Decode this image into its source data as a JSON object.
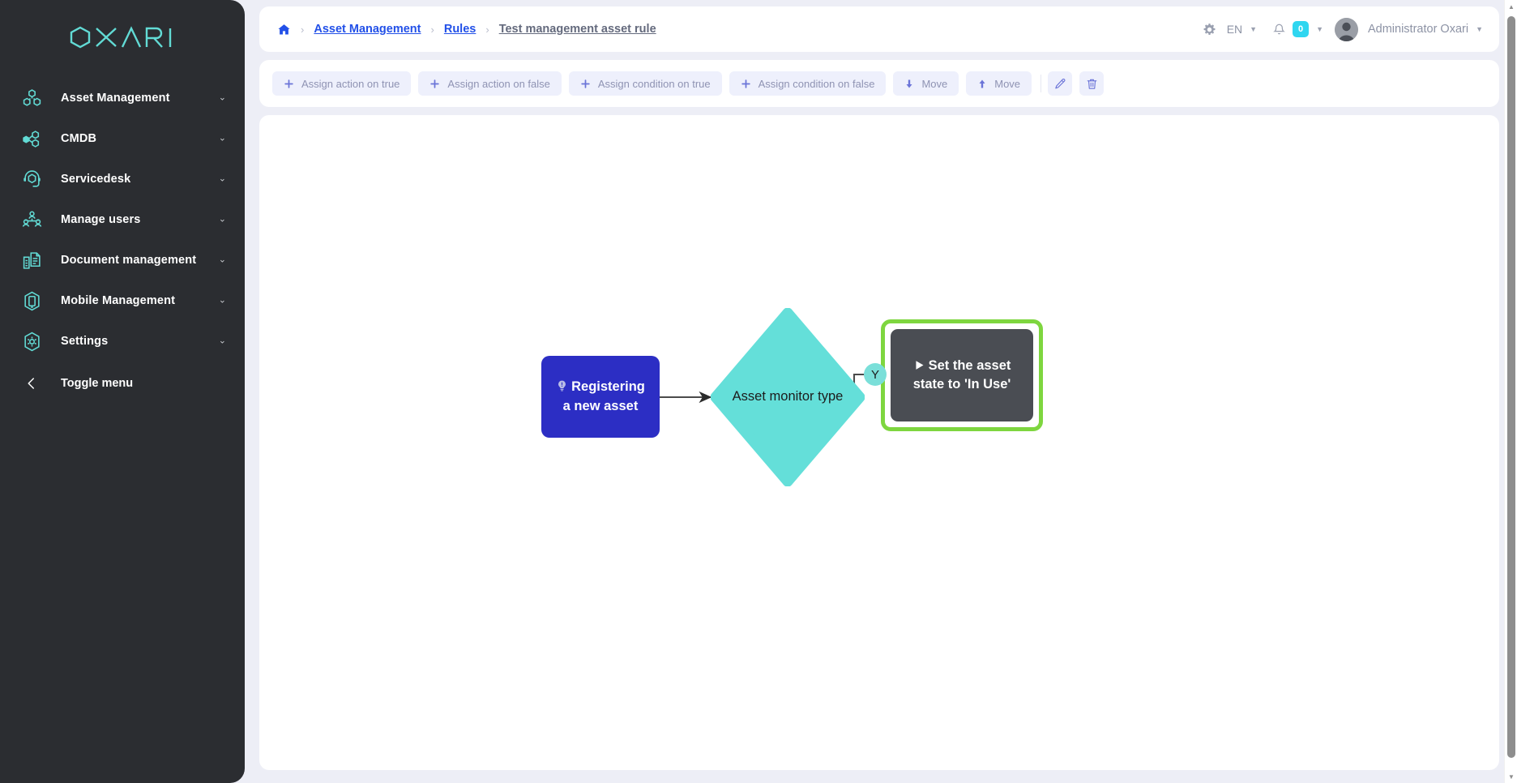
{
  "brand": {
    "name": "OXARI",
    "accent": "#62dbd5"
  },
  "sidebar": {
    "items": [
      {
        "label": "Asset Management",
        "icon": "asset-nodes-icon",
        "chevron": "⌄"
      },
      {
        "label": "CMDB",
        "icon": "cmdb-nodes-icon",
        "chevron": "⌄"
      },
      {
        "label": "Servicedesk",
        "icon": "headset-icon",
        "chevron": "⌄"
      },
      {
        "label": "Manage users",
        "icon": "users-group-icon",
        "chevron": "⌄"
      },
      {
        "label": "Document management",
        "icon": "documents-icon",
        "chevron": "⌄"
      },
      {
        "label": "Mobile Management",
        "icon": "mobile-device-icon",
        "chevron": "⌄"
      },
      {
        "label": "Settings",
        "icon": "gear-hex-icon",
        "chevron": "⌄"
      }
    ],
    "toggle": {
      "label": "Toggle menu",
      "icon": "chevron-left-icon"
    }
  },
  "header": {
    "breadcrumb": {
      "home_icon": "home-icon",
      "separator": "›",
      "links": [
        "Asset Management",
        "Rules"
      ],
      "current": "Test management asset rule"
    },
    "gear_icon": "gear-icon",
    "language": "EN",
    "language_caret": "▼",
    "bell_icon": "bell-icon",
    "notification_count": "0",
    "notification_caret": "▼",
    "avatar_icon": "avatar-icon",
    "user_name": "Administrator Oxari",
    "user_caret": "▼"
  },
  "toolbar": {
    "buttons": [
      {
        "label": "Assign action on true",
        "icon": "plus-icon"
      },
      {
        "label": "Assign action on false",
        "icon": "plus-icon"
      },
      {
        "label": "Assign condition on true",
        "icon": "plus-icon"
      },
      {
        "label": "Assign condition on false",
        "icon": "plus-icon"
      },
      {
        "label": "Move",
        "icon": "arrow-down-icon"
      },
      {
        "label": "Move",
        "icon": "arrow-up-icon"
      }
    ],
    "edit_icon": "pencil-icon",
    "delete_icon": "trash-icon"
  },
  "diagram": {
    "nodes": [
      {
        "id": "start",
        "type": "trigger",
        "label": "Registering a new asset",
        "icon": "alert-bulb-icon",
        "color": "#2c2ec4",
        "selected": false
      },
      {
        "id": "condition",
        "type": "condition",
        "label": "Asset monitor type",
        "color": "#64dfd9",
        "selected": false
      },
      {
        "id": "action",
        "type": "action",
        "label": "Set the asset state to 'In Use'",
        "icon": "play-icon",
        "color": "#4a4d53",
        "selection_color": "#7ed63f",
        "selected": true
      }
    ],
    "edges": [
      {
        "from": "start",
        "to": "condition",
        "label": ""
      },
      {
        "from": "condition",
        "to": "action",
        "label": "Y"
      }
    ]
  },
  "scrollbar": {
    "up_arrow": "▲",
    "down_arrow": "▼"
  }
}
